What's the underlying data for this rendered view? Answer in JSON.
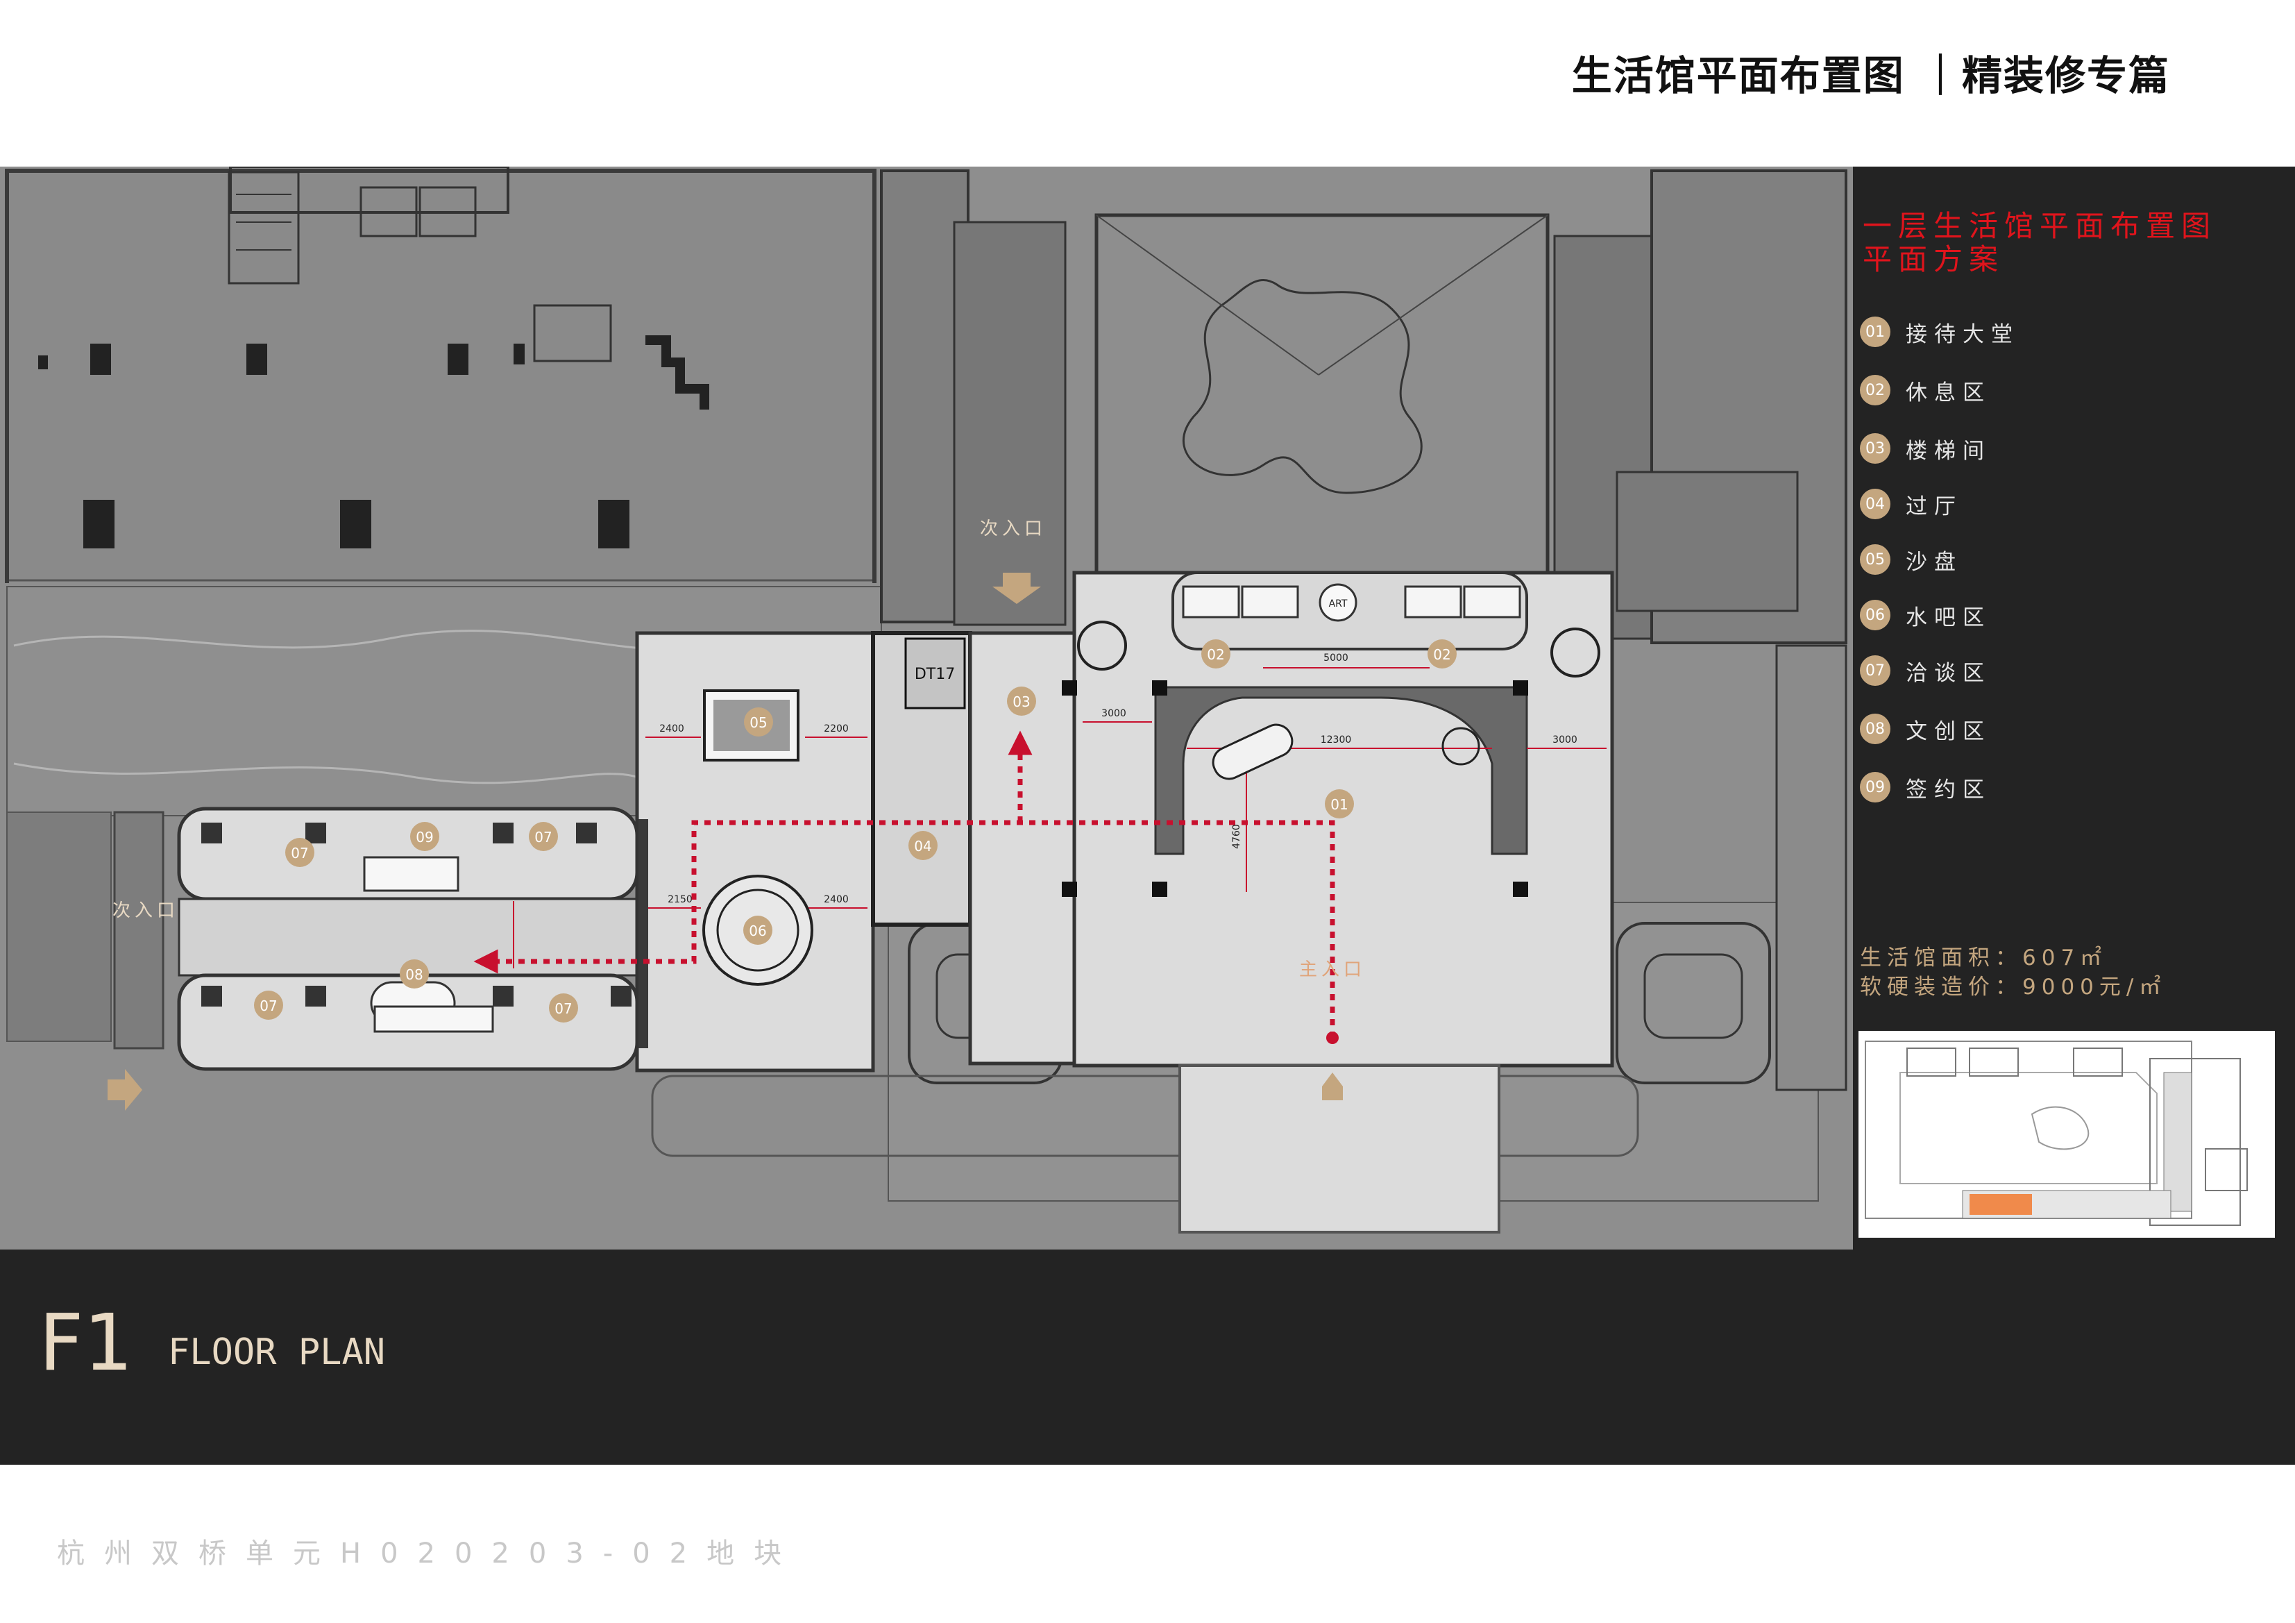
{
  "header": {
    "title": "生活馆平面布置图 ｜精装修专篇"
  },
  "plan": {
    "entries": {
      "secondary_top": "次入口",
      "secondary_left": "次入口",
      "main": "主入口"
    },
    "elevator_tag": "DT17",
    "dims": {
      "d5000": "5000",
      "d12300": "12300",
      "d3000a": "3000",
      "d3000b": "3000",
      "d2400a": "2400",
      "d2200": "2200",
      "d2150": "2150",
      "d2400b": "2400",
      "d4760": "4760"
    },
    "art": "ART",
    "markers": {
      "m01": "01",
      "m02a": "02",
      "m02b": "02",
      "m03": "03",
      "m04": "04",
      "m05": "05",
      "m06": "06",
      "m07a": "07",
      "m07b": "07",
      "m07c": "07",
      "m07d": "07",
      "m08": "08",
      "m09": "09"
    }
  },
  "sidebar": {
    "title_line1": "一层生活馆平面布置图",
    "title_line2": "平面方案",
    "legend": [
      {
        "num": "01",
        "label": "接待大堂"
      },
      {
        "num": "02",
        "label": "休息区"
      },
      {
        "num": "03",
        "label": "楼梯间"
      },
      {
        "num": "04",
        "label": "过厅"
      },
      {
        "num": "05",
        "label": "沙盘"
      },
      {
        "num": "06",
        "label": "水吧区"
      },
      {
        "num": "07",
        "label": "洽谈区"
      },
      {
        "num": "08",
        "label": "文创区"
      },
      {
        "num": "09",
        "label": "签约区"
      }
    ],
    "area_text": "生活馆面积：607㎡",
    "cost_text": "软硬装造价：9000元/㎡"
  },
  "footer": {
    "floor": "F1",
    "floor_plan": "FLOOR PLAN",
    "project": "杭州双桥单元H020203-02地块"
  },
  "colors": {
    "accent_red": "#e0141c",
    "marker_gold": "#c4a67f",
    "dark_band": "#232323",
    "plan_gray": "#8e8e8e",
    "floor_light": "#dcdcdc"
  }
}
